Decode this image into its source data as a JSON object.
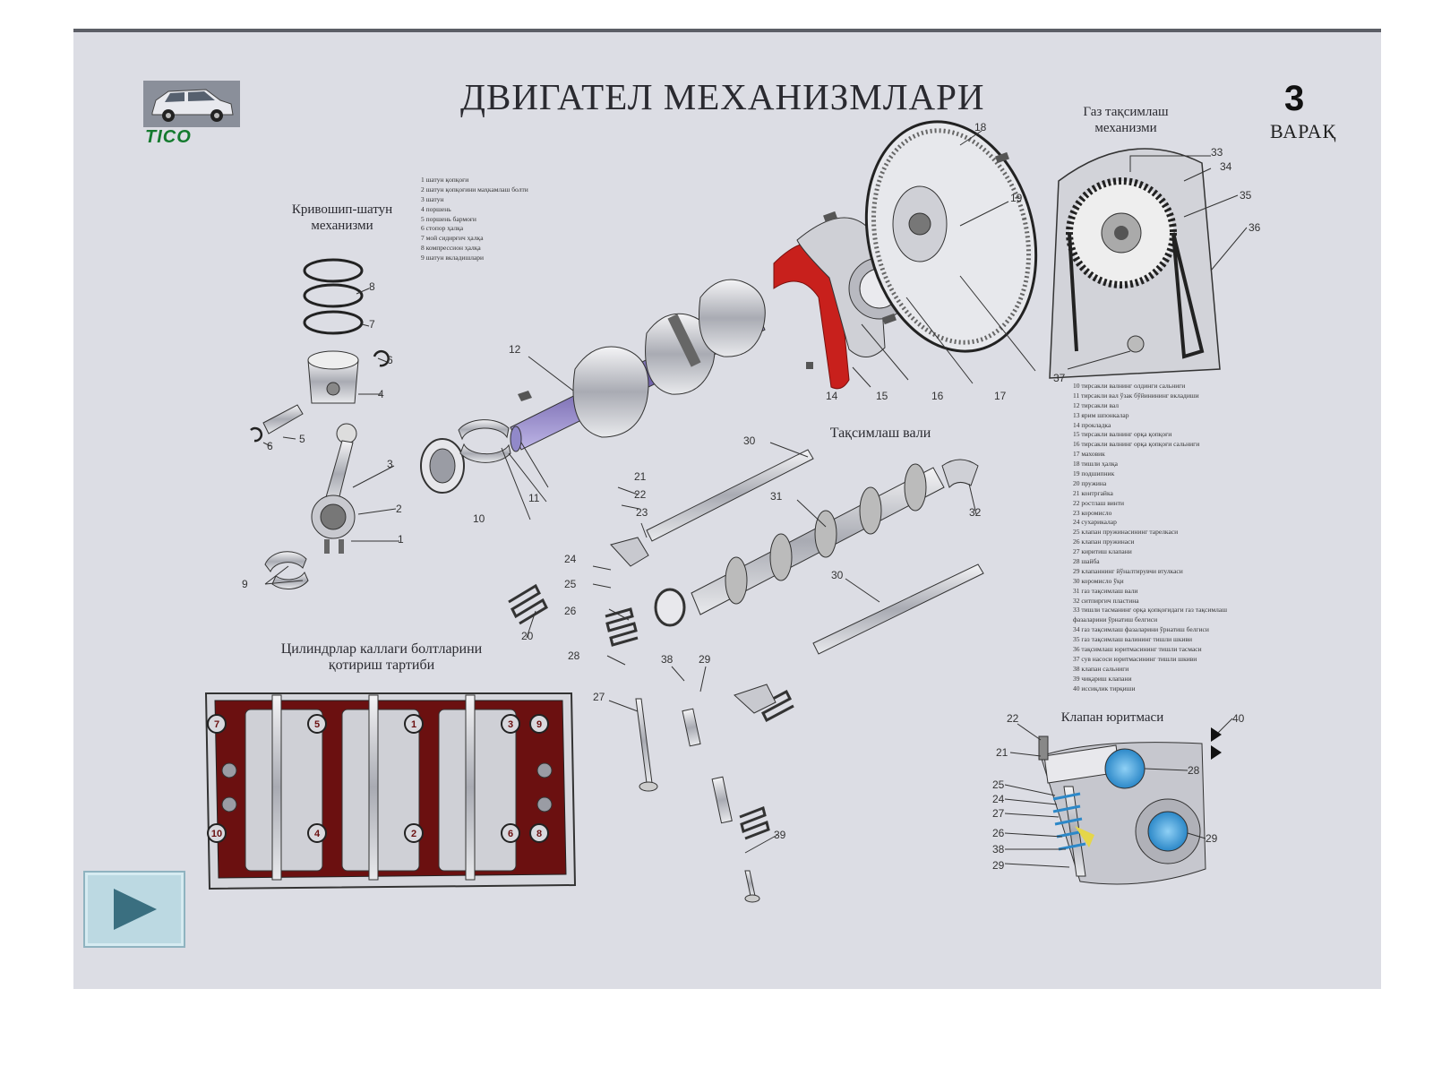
{
  "poster": {
    "title": "ДВИГАТЕЛ МЕХАНИЗМЛАРИ",
    "sheet_number": "3",
    "sheet_word": "ВАРАҚ",
    "logo_text": "TICO"
  },
  "sections": {
    "crank": [
      "Кривошип-шатун",
      "механизми"
    ],
    "timing": [
      "Газ тақсимлаш",
      "механизми"
    ],
    "camshaft": "Тақсимлаш вали",
    "bolt_order": [
      "Цилиндрлар каллаги болтларини",
      "қотириш тартиби"
    ],
    "valve_drive": "Клапан юритмаси"
  },
  "legend_left": [
    "1 шатун қопқоғи",
    "2 шатун қопқоғини маҳкамлаш болти",
    "3 шатун",
    "4 поршень",
    "5 поршень бармоғи",
    "6 стопор ҳалқа",
    "7 мой сидирғич ҳалқа",
    "8 компрессион ҳалқа",
    "9 шатун вкладишлари"
  ],
  "legend_right": [
    "10 тирсакли валнинг олдинги сальниги",
    "11 тирсакли вал ўзак бўйинининг вкладиши",
    "12 тирсакли вал",
    "13 ярим шпонкалар",
    "14 прокладка",
    "15 тирсакли валнинг орқа қопқоғи",
    "16 тирсакли валнинг орқа қопқоғи сальниги",
    "17 маховик",
    "18 тишли ҳалқа",
    "19 подшипник",
    "20 пружина",
    "21 контргайка",
    "22 ростлаш винти",
    "23 коромисло",
    "24 сухарикалар",
    "25 клапан пружинасининг тарелкаси",
    "26 клапан пружинаси",
    "27 киритиш клапани",
    "28 шайба",
    "29 клапаннинг йўналтирувчи втулкаси",
    "30 коромисло ўқи",
    "31 газ тақсимлаш вали",
    "32 ситпиргич пластина",
    "33 тишли тасманинг орқа қопқоғидаги газ тақсимлаш",
    "фазаларини ўрнатиш белгиси",
    "34 газ тақсимлаш фазаларини ўрнатиш белгиси",
    "35 газ тақсимлаш валининг тишли шкиви",
    "36 тақсимлаш юритмасининг тишли тасмаси",
    "37 сув насоси юритмасининг тишли шкиви",
    "38 клапан сальниги",
    "39 чиқариш клапани",
    "40 иссиқлик тирқиши"
  ],
  "callouts": {
    "n1": "1",
    "n2": "2",
    "n3": "3",
    "n4": "4",
    "n5": "5",
    "n6a": "6",
    "n6b": "6",
    "n7": "7",
    "n8": "8",
    "n9": "9",
    "n10": "10",
    "n11": "11",
    "n12": "12",
    "n14": "14",
    "n15": "15",
    "n16": "16",
    "n17": "17",
    "n18": "18",
    "n19": "19",
    "n20": "20",
    "n21a": "21",
    "n22a": "22",
    "n23": "23",
    "n24a": "24",
    "n25a": "25",
    "n26a": "26",
    "n27a": "27",
    "n28a": "28",
    "n29a": "29",
    "n30a": "30",
    "n30b": "30",
    "n31": "31",
    "n32": "32",
    "n33": "33",
    "n34": "34",
    "n35": "35",
    "n36": "36",
    "n37": "37",
    "n38a": "38",
    "n39": "39",
    "v22": "22",
    "v21": "21",
    "v25": "25",
    "v24": "24",
    "v27": "27",
    "v26": "26",
    "v38": "38",
    "v29a": "29",
    "v40": "40",
    "v28": "28",
    "v29b": "29"
  },
  "bolt_numbers": [
    "7",
    "5",
    "1",
    "3",
    "9",
    "10",
    "4",
    "2",
    "6",
    "8"
  ],
  "colors": {
    "poster_bg": "#dcdde4",
    "gasket_red": "#c8201c",
    "head_dark_red": "#6b1010",
    "shaft_purple": "#6d5fa8",
    "bearing_blue": "#4a9fd8",
    "logo_green": "#147a2e",
    "button_bg": "#bcd9e2",
    "button_triangle": "#3a6f80"
  },
  "icons": {
    "play": "play-triangle-icon",
    "car": "car-icon"
  }
}
